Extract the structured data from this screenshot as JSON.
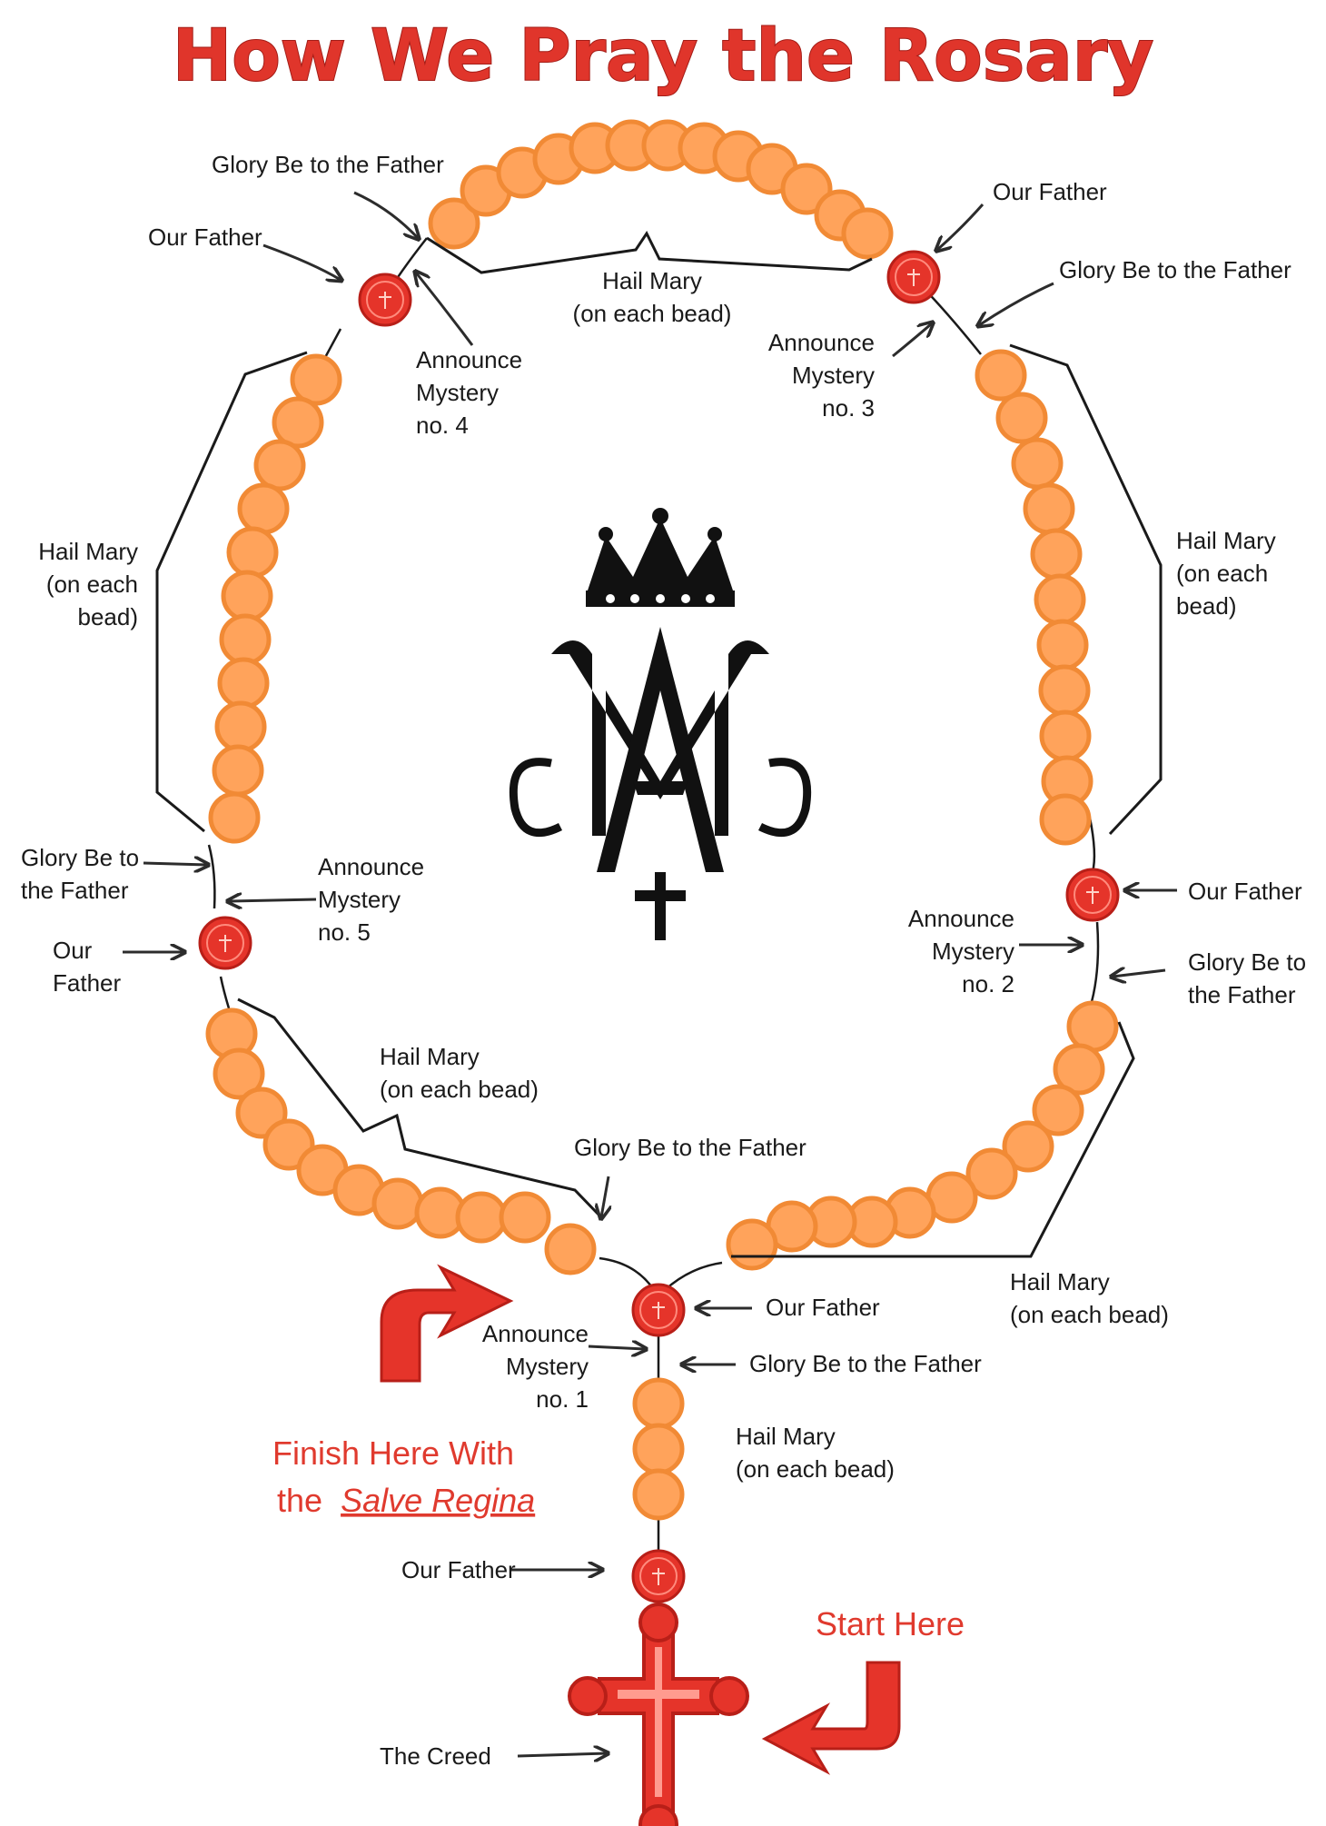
{
  "title": "How We Pray the Rosary",
  "labels": {
    "glory_top_left": "Glory Be to the Father",
    "our_father_top_left": "Our Father",
    "announce_4": [
      "Announce",
      "Mystery",
      "no. 4"
    ],
    "hail_mary_top": [
      "Hail Mary",
      "(on each bead)"
    ],
    "our_father_top_right": "Our Father",
    "glory_top_right": "Glory Be to the Father",
    "announce_3": [
      "Announce",
      "Mystery",
      "no. 3"
    ],
    "hail_mary_left": [
      "Hail Mary",
      "(on each",
      "bead)"
    ],
    "hail_mary_right": [
      "Hail Mary",
      "(on each",
      "bead)"
    ],
    "glory_left": [
      "Glory Be to",
      "the Father"
    ],
    "announce_5": [
      "Announce",
      "Mystery",
      "no. 5"
    ],
    "our_father_left": [
      "Our",
      "Father"
    ],
    "our_father_right": "Our Father",
    "announce_2": [
      "Announce",
      "Mystery",
      "no. 2"
    ],
    "glory_right": [
      "Glory Be to",
      "the Father"
    ],
    "hail_mary_bottom_left": [
      "Hail Mary",
      "(on each bead)"
    ],
    "glory_bottom": "Glory Be to the Father",
    "hail_mary_bottom_right": [
      "Hail Mary",
      "(on each bead)"
    ],
    "our_father_center": "Our Father",
    "announce_1": [
      "Announce",
      "Mystery",
      "no. 1"
    ],
    "glory_center": "Glory Be to the Father",
    "hail_mary_pendant": [
      "Hail Mary",
      "(on each bead)"
    ],
    "our_father_pendant": "Our Father",
    "the_creed": "The Creed",
    "start_here": "Start Here",
    "finish_line1": "Finish Here With",
    "finish_line2_prefix": "the",
    "finish_line2_emph": "Salve Regina"
  },
  "colors": {
    "title_red": "#e0352b",
    "hail_mary_bead": "#ffa35b",
    "our_father_bead": "#e5342a",
    "cross": "#e5342a"
  },
  "icons": [
    "crowned-marian-monogram-icon",
    "crucifix-icon",
    "bent-arrow-icon"
  ]
}
